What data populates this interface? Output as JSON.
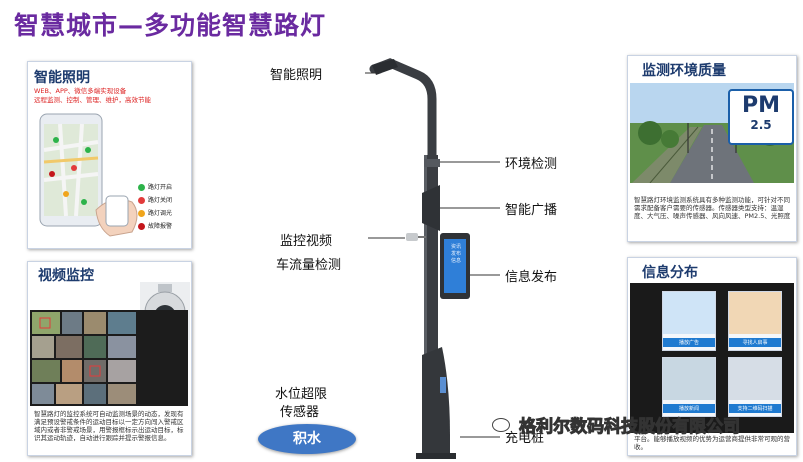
{
  "title": "智慧城市—多功能智慧路灯",
  "colors": {
    "title": "#6a2aa0",
    "panel_title": "#1d3b6e",
    "water_badge": "#3f77c5"
  },
  "pole_labels": {
    "lighting": "智能照明",
    "env": "环境检测",
    "broadcast": "智能广播",
    "video": "监控视频",
    "traffic": "车流量检测",
    "info": "信息发布",
    "water_title": "水位超限",
    "water_sub": "传感器",
    "water_badge": "积水",
    "charging": "充电桩"
  },
  "screen_text": "资讯\n发布\n信息",
  "panel_lighting": {
    "title": "智能照明",
    "line1": "WEB、APP、微信多端实现设备",
    "line2": "远程监测、控制、管理、维护，高效节能",
    "legend": [
      {
        "label": "路灯开启",
        "color": "#2db34a"
      },
      {
        "label": "路灯关闭",
        "color": "#e23b3b"
      },
      {
        "label": "路灯调光",
        "color": "#f0a51c"
      },
      {
        "label": "故障报警",
        "color": "#c4161c"
      }
    ]
  },
  "panel_video": {
    "title": "视频监控",
    "desc": "智慧路灯的监控系统可自动监测场景的动态，发现有满足预设警戒条件的运动目标以一定方向闯入警戒区域内或者非警戒场景，用警报框标示出运动目标，标识其运动轨迹，自动进行跟踪并提示警报信息。"
  },
  "panel_env": {
    "title": "监测环境质量",
    "pm_main": "PM",
    "pm_sub": "2.5",
    "desc": "智慧路灯环境监测系统具有多种监测功能，可针对不同需求配备客户需要的传感器。传感器类型支持：温湿度、大气压、噪声传感器、风向风速、PM2.5、光照度"
  },
  "panel_info": {
    "title": "信息分布",
    "cards": [
      "播放广告",
      "寻找人启事",
      "播放新闻",
      "支持二维码扫描"
    ],
    "desc": "平台。能够播放视频的优势为运营商提供非常可观的营收。"
  },
  "watermark": "格利尔数码科技股份有限公司"
}
